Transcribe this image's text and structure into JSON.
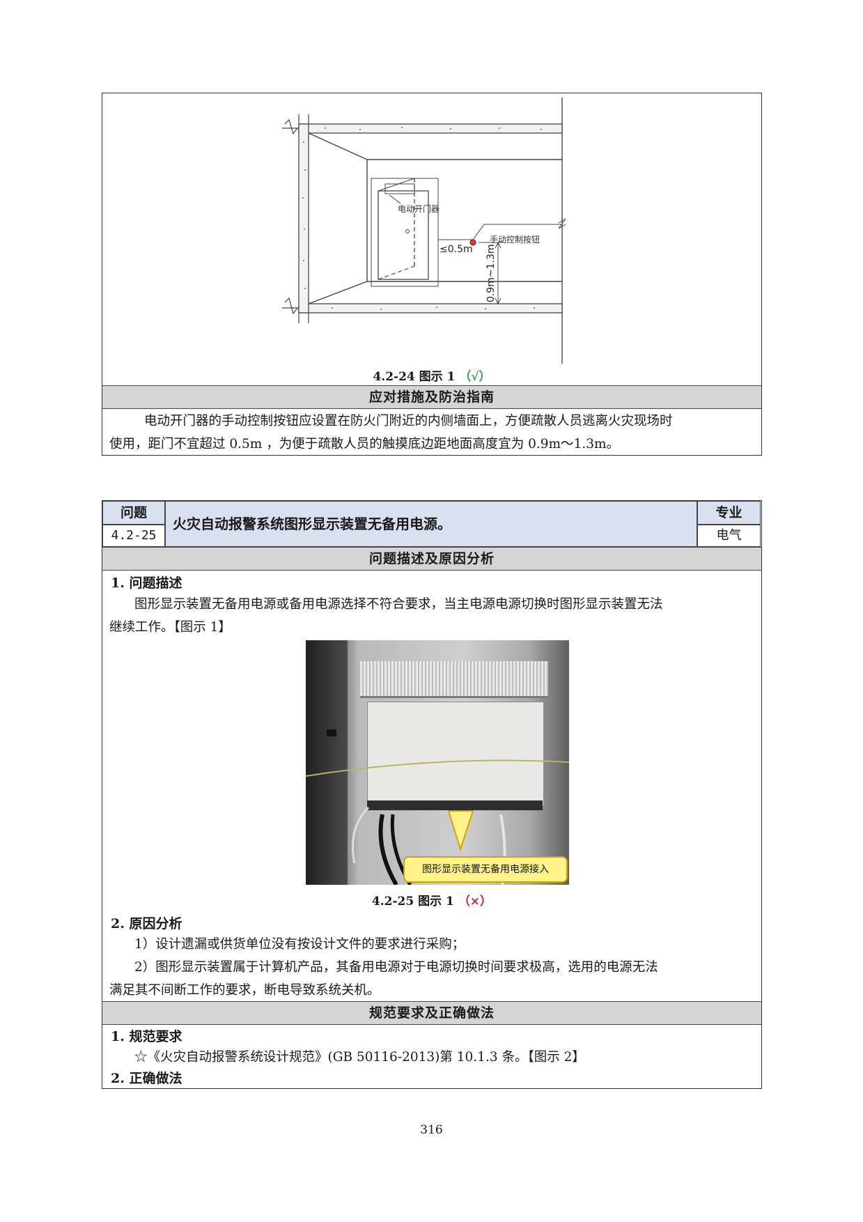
{
  "figure1": {
    "label_door_opener": "电动开门器",
    "label_button": "手动控制按钮",
    "label_distance": "≤0.5m",
    "label_height": "0.9m~1.3m",
    "caption_prefix": "4.2-24 图示 1",
    "caption_mark": "（√）"
  },
  "measures": {
    "heading": "应对措施及防治指南",
    "line1": "电动开门器的手动控制按钮应设置在防火门附近的内侧墙面上，方便疏散人员逃离火灾现场时",
    "line2": "使用，距门不宜超过 0.5m ，为便于疏散人员的触摸底边距地面高度宜为 0.9m～1.3m。"
  },
  "issue": {
    "label_issue": "问题",
    "code": "4.2-25",
    "title": "火灾自动报警系统图形显示装置无备用电源。",
    "label_specialty": "专业",
    "specialty": "电气"
  },
  "analysis": {
    "heading": "问题描述及原因分析",
    "desc_title": "1.  问题描述",
    "desc_line1": "图形显示装置无备用电源或备用电源选择不符合要求，当主电源电源切换时图形显示装置无法",
    "desc_line2": "继续工作。【图示 1】",
    "photo_callout": "图形显示装置无备用电源接入",
    "photo_caption_prefix": "4.2-25 图示 1",
    "photo_caption_mark": "（×）",
    "cause_title": "2.  原因分析",
    "cause1": "1）设计遗漏或供货单位没有按设计文件的要求进行采购；",
    "cause2_line1": "2）图形显示装置属于计算机产品，其备用电源对于电源切换时间要求极高，选用的电源无法",
    "cause2_line2": "满足其不间断工作的要求，断电导致系统关机。"
  },
  "requirements": {
    "heading": "规范要求及正确做法",
    "spec_title": "1. 规范要求",
    "spec_line": "☆《火灾自动报警系统设计规范》(GB 50116-2013)第 10.1.3 条。【图示 2】",
    "correct_title": "2. 正确做法"
  },
  "page_number": "316"
}
